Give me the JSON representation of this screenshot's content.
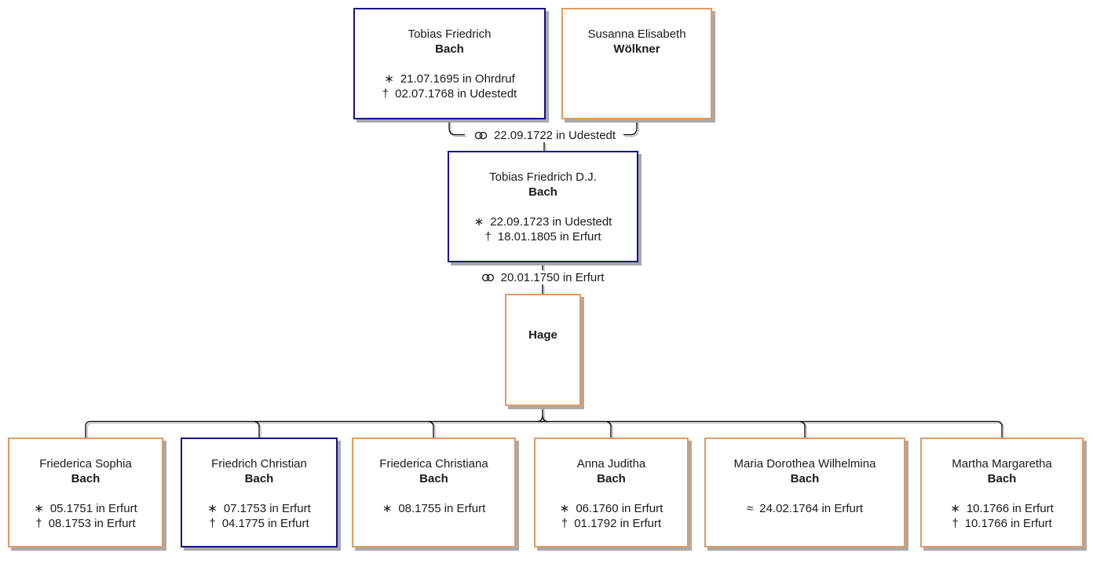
{
  "diagram_type": "family-tree",
  "colors": {
    "male_border": "#12128a",
    "female_border": "#de9a62",
    "box_shadow": "#a9a9a9",
    "line": "#000000",
    "line_shadow": "#b6b6b6"
  },
  "symbols": {
    "birth": "∗",
    "death": "†",
    "baptism": "≈",
    "marriage": "rings-icon"
  },
  "persons": [
    {
      "given": "Tobias Friedrich",
      "surname": "Bach",
      "events": [
        {
          "symbol": "∗",
          "text": "21.07.1695 in Ohrdruf"
        },
        {
          "symbol": "†",
          "text": "02.07.1768 in Udestedt"
        }
      ]
    },
    {
      "given": "Susanna Elisabeth",
      "surname": "Wölkner",
      "events": []
    },
    {
      "given": "Tobias Friedrich D.J.",
      "surname": "Bach",
      "events": [
        {
          "symbol": "∗",
          "text": "22.09.1723 in Udestedt"
        },
        {
          "symbol": "†",
          "text": "18.01.1805 in Erfurt"
        }
      ]
    },
    {
      "given": "",
      "surname": "Hage",
      "events": []
    },
    {
      "given": "Friederica Sophia",
      "surname": "Bach",
      "events": [
        {
          "symbol": "∗",
          "text": "05.1751 in Erfurt"
        },
        {
          "symbol": "†",
          "text": "08.1753 in Erfurt"
        }
      ]
    },
    {
      "given": "Friedrich Christian",
      "surname": "Bach",
      "events": [
        {
          "symbol": "∗",
          "text": "07.1753 in Erfurt"
        },
        {
          "symbol": "†",
          "text": "04.1775 in Erfurt"
        }
      ]
    },
    {
      "given": "Friederica Christiana",
      "surname": "Bach",
      "events": [
        {
          "symbol": "∗",
          "text": "08.1755 in Erfurt"
        }
      ]
    },
    {
      "given": "Anna Juditha",
      "surname": "Bach",
      "events": [
        {
          "symbol": "∗",
          "text": "06.1760 in Erfurt"
        },
        {
          "symbol": "†",
          "text": "01.1792 in Erfurt"
        }
      ]
    },
    {
      "given": "Maria Dorothea Wilhelmina",
      "surname": "Bach",
      "events": [
        {
          "symbol": "≈",
          "text": "24.02.1764 in Erfurt"
        }
      ]
    },
    {
      "given": "Martha Margaretha",
      "surname": "Bach",
      "events": [
        {
          "symbol": "∗",
          "text": "10.1766 in Erfurt"
        },
        {
          "symbol": "†",
          "text": "10.1766 in Erfurt"
        }
      ]
    }
  ],
  "marriages": [
    {
      "text": "22.09.1722 in Udestedt"
    },
    {
      "text": "20.01.1750 in Erfurt"
    }
  ]
}
